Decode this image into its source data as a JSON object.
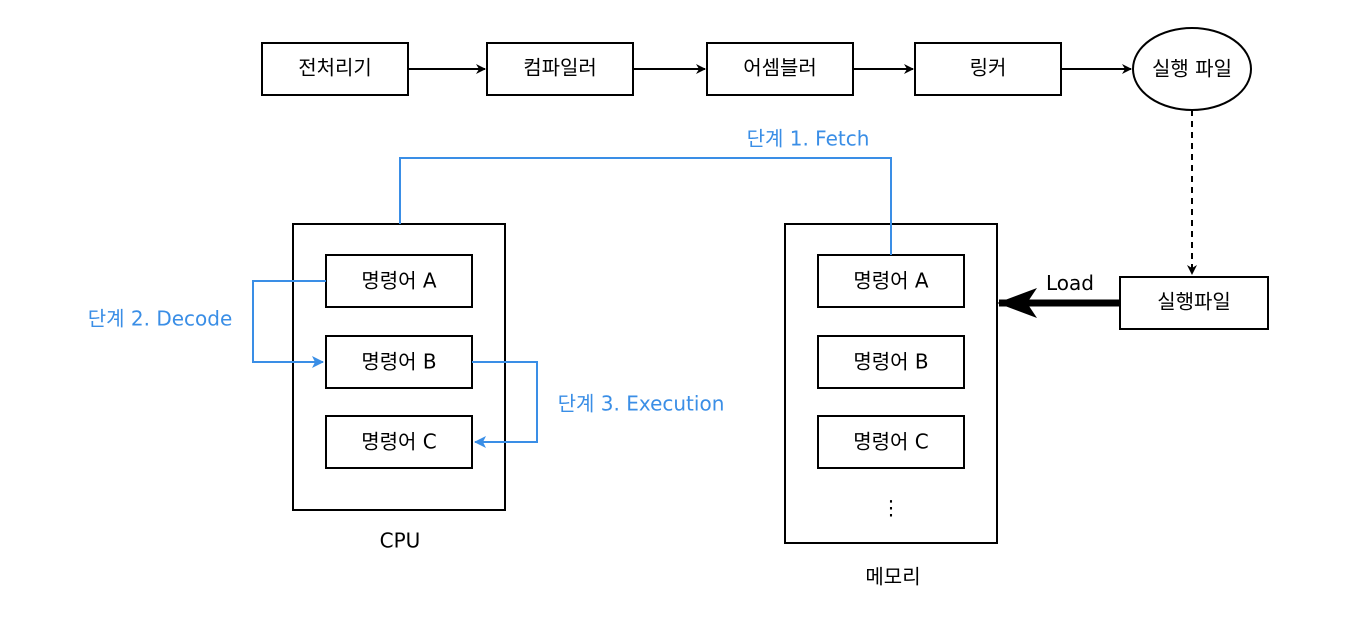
{
  "pipeline": {
    "steps": [
      "전처리기",
      "컴파일러",
      "어셈블러",
      "링커"
    ],
    "output": "실행 파일"
  },
  "cpu": {
    "label": "CPU",
    "instructions": [
      "명령어 A",
      "명령어 B",
      "명령어 C"
    ]
  },
  "memory": {
    "label": "메모리",
    "instructions": [
      "명령어 A",
      "명령어 B",
      "명령어 C"
    ],
    "ellipsis": "⋮"
  },
  "exec_file": "실행파일",
  "load_label": "Load",
  "stages": {
    "fetch": "단계 1. Fetch",
    "decode": "단계 2. Decode",
    "execute": "단계 3. Execution"
  },
  "colors": {
    "stage": "#3a8ee6",
    "stroke": "#000000"
  }
}
